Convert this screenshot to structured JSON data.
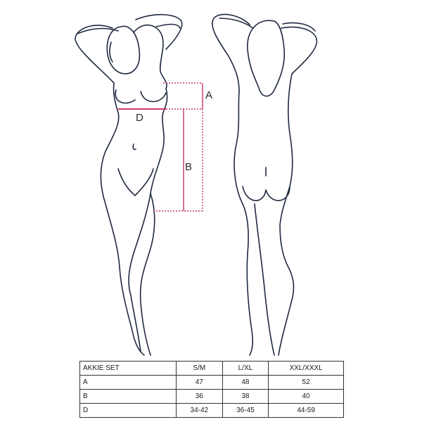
{
  "figure": {
    "labels": {
      "a": "A",
      "b": "B",
      "d": "D"
    },
    "line_color": "#1f2940",
    "measure_color": "#c9376e"
  },
  "size_table": {
    "header": [
      "AKKIE SET",
      "S/M",
      "L/XL",
      "XXL/XXXL"
    ],
    "rows": [
      [
        "A",
        "47",
        "48",
        "52"
      ],
      [
        "B",
        "36",
        "38",
        "40"
      ],
      [
        "D",
        "34-42",
        "36-45",
        "44-59"
      ]
    ]
  }
}
